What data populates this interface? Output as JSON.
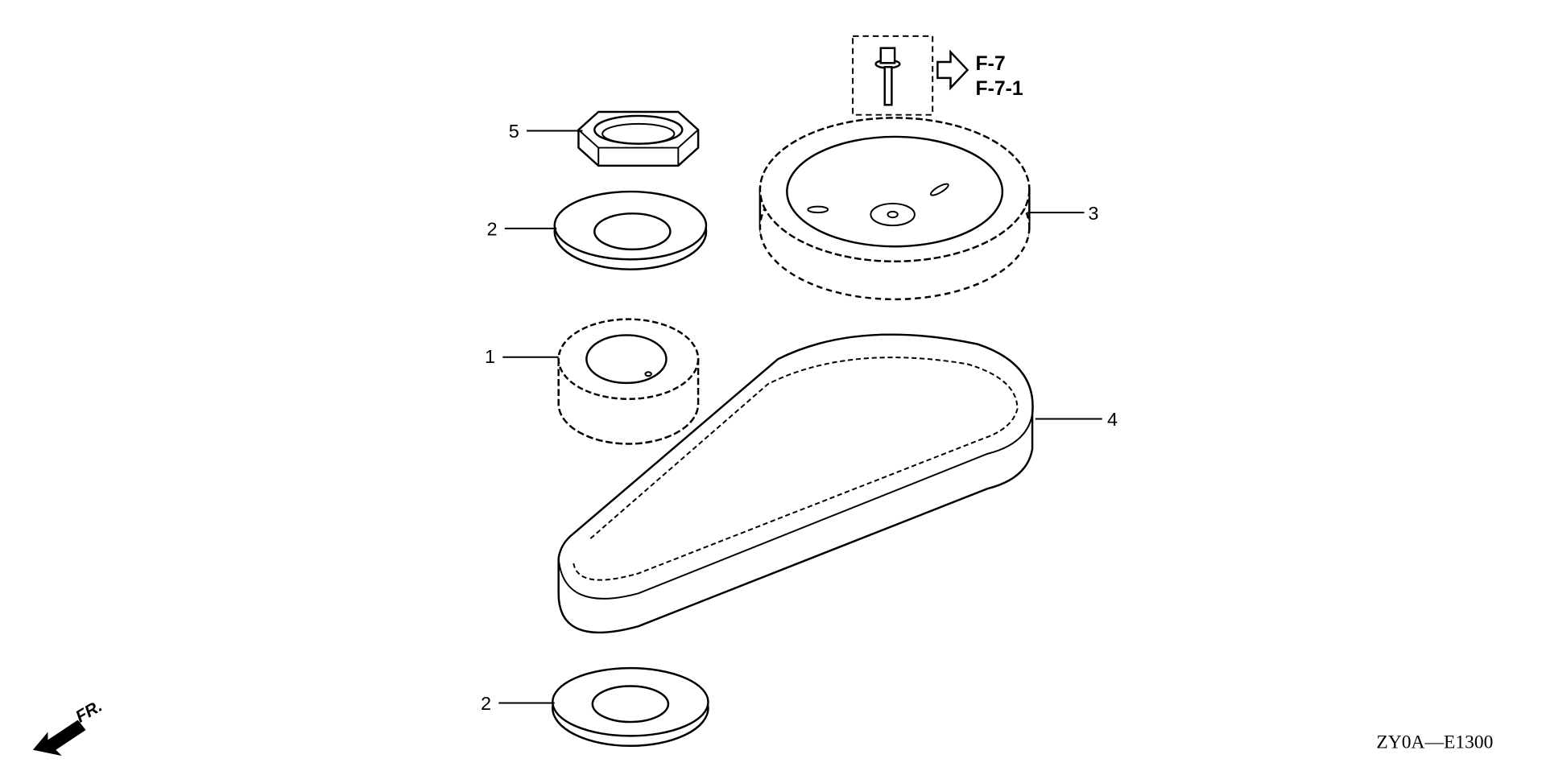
{
  "parts": [
    {
      "callout": "1",
      "name": "timing-pulley-small"
    },
    {
      "callout": "2",
      "name": "washer-upper"
    },
    {
      "callout": "3",
      "name": "timing-pulley-large"
    },
    {
      "callout": "4",
      "name": "timing-belt"
    },
    {
      "callout": "5",
      "name": "nut"
    },
    {
      "callout": "2",
      "name": "washer-lower"
    }
  ],
  "bolt_reference": {
    "links": [
      "F-7",
      "F-7-1"
    ]
  },
  "direction_label": "FR.",
  "diagram_code": "ZY0A—E1300"
}
